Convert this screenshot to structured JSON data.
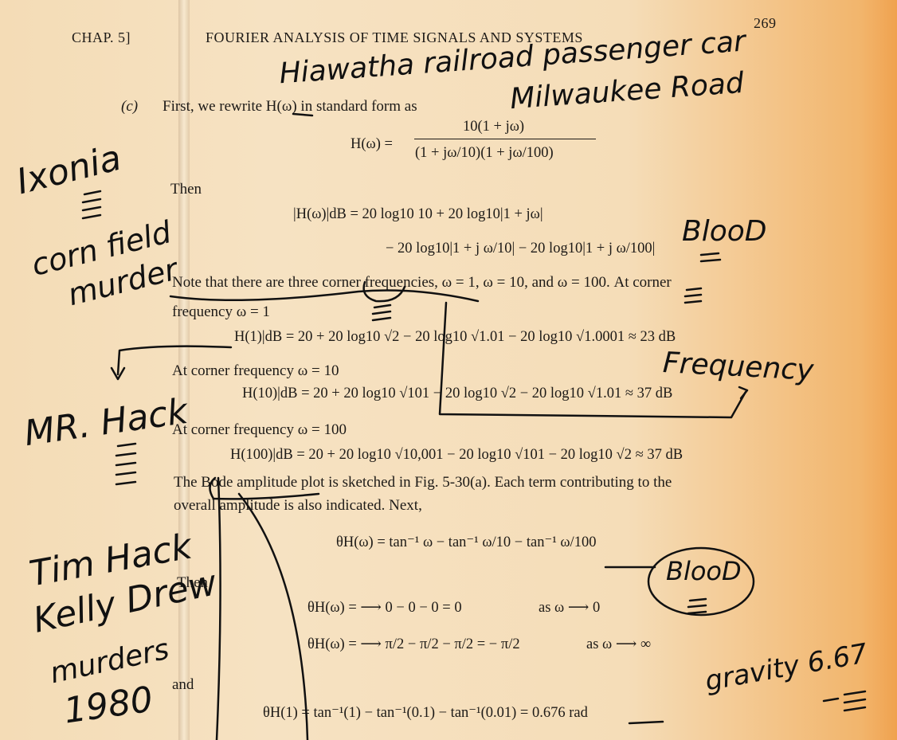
{
  "header": {
    "chapter": "CHAP. 5]",
    "title": "FOURIER ANALYSIS OF TIME SIGNALS AND SYSTEMS",
    "page_number": "269"
  },
  "body": {
    "part_label": "(c)",
    "intro": "First, we rewrite H(ω) in standard form as",
    "eq_h_lhs": "H(ω) =",
    "eq_h_num": "10(1 + jω)",
    "eq_h_den": "(1 + jω/10)(1 + jω/100)",
    "then1": "Then",
    "eq_mag_line1": "|H(ω)|dB = 20 log10 10 + 20 log10|1 + jω|",
    "eq_mag_line2": "− 20 log10|1 + j ω/10| − 20 log10|1 + j ω/100|",
    "corner_note_1": "Note that there are three corner frequencies, ω = 1, ω = 10, and ω = 100. At corner",
    "corner_note_2": "frequency ω = 1",
    "eq_h1": "H(1)|dB = 20 + 20 log10 √2 − 20 log10 √1.01 − 20 log10 √1.0001 ≈ 23 dB",
    "corner10": "At corner frequency ω = 10",
    "eq_h10": "H(10)|dB = 20 + 20 log10 √101 − 20 log10 √2 − 20 log10 √1.01 ≈ 37 dB",
    "corner100": "At corner frequency ω = 100",
    "eq_h100": "H(100)|dB = 20 + 20 log10 √10,001 − 20 log10 √101 − 20 log10 √2 ≈ 37 dB",
    "bode_1": "The Bode amplitude plot is sketched in Fig. 5-30(a). Each term contributing to the",
    "bode_2": "overall amplitude is also indicated. Next,",
    "eq_theta": "θH(ω) = tan⁻¹ ω − tan⁻¹ ω/10 − tan⁻¹ ω/100",
    "then2": "Then",
    "eq_theta0": "θH(ω) = ⟶ 0 − 0 − 0 = 0",
    "as0": "as ω ⟶ 0",
    "eq_thetainf": "θH(ω) = ⟶ π/2 − π/2 − π/2 = − π/2",
    "asinf": "as ω ⟶ ∞",
    "and": "and",
    "eq_theta1": "θH(1) = tan⁻¹(1) − tan⁻¹(0.1) − tan⁻¹(0.01) = 0.676 rad"
  },
  "handwriting": {
    "hiawatha": "Hiawatha railroad passenger car",
    "milwaukee": "Milwaukee Road",
    "ixonia": "Ixonia",
    "cornfield": "corn field",
    "murder": "murder",
    "blood1": "BlooD",
    "frequency": "Frequency",
    "mrhack": "MR. Hack",
    "timhack": "Tim Hack",
    "kelly": "Kelly Drew",
    "murders": "murders",
    "year": "1980",
    "blood2": "BlooD",
    "gravity": "gravity 6.67"
  },
  "colors": {
    "paper": "#f5dfbd",
    "ink": "#111111",
    "print": "#1d1a17"
  }
}
